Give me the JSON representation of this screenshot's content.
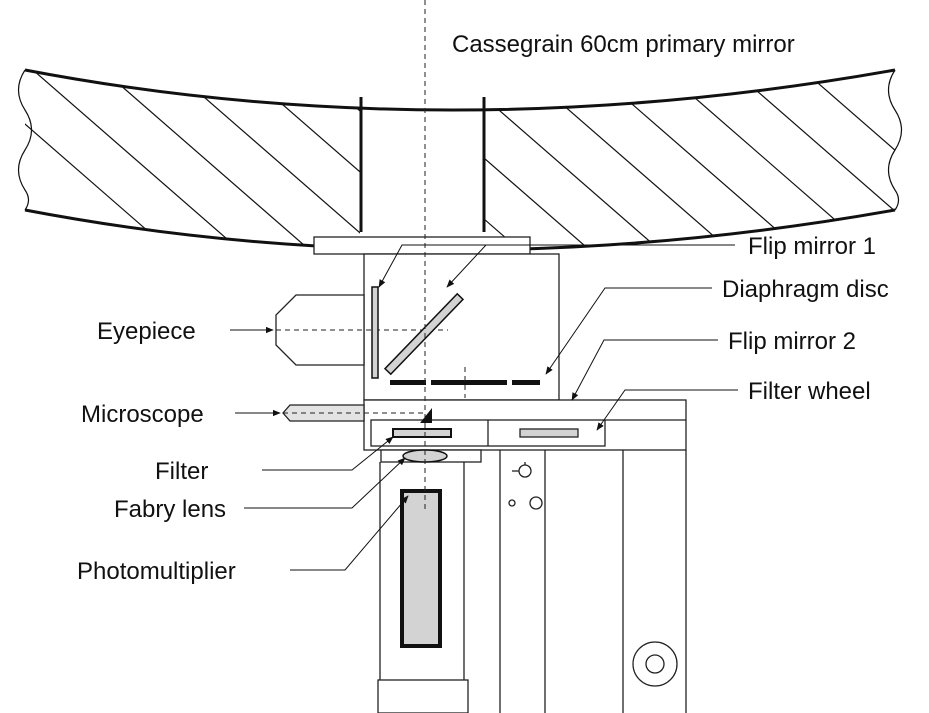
{
  "diagram": {
    "title": "Cassegrain 60cm primary mirror",
    "labels": {
      "flip_mirror_1": "Flip mirror 1",
      "diaphragm_disc": "Diaphragm disc",
      "flip_mirror_2": "Flip mirror 2",
      "filter_wheel": "Filter wheel",
      "eyepiece": "Eyepiece",
      "microscope": "Microscope",
      "filter": "Filter",
      "fabry_lens": "Fabry lens",
      "photomultiplier": "Photomultiplier"
    },
    "colors": {
      "line": "#111111",
      "component_fill": "#d3d3d3",
      "background": "#ffffff"
    }
  }
}
